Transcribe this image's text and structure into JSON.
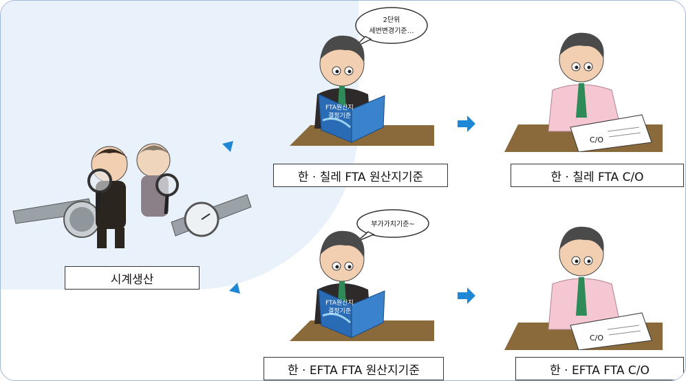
{
  "colors": {
    "border": "#9fb7d8",
    "background_tint": "#e9f1fb",
    "arrow": "#1e88d6",
    "book": "#2a6bb5",
    "suit": "#2e2a2a",
    "shirt": "#f4c7d2",
    "tie": "#2e8b57"
  },
  "icons": {
    "arrow": "arrow-icon",
    "inspector": "watch-inspector-illustration",
    "reader": "man-reading-book-illustration",
    "writer": "man-writing-co-illustration"
  },
  "source": {
    "label": "시계생산"
  },
  "top": {
    "speech": [
      "2단위",
      "세번변경기준…"
    ],
    "book_text": [
      "FTA원산지",
      "결정기준"
    ],
    "rules_label": "한 · 칠레 FTA 원산지기준",
    "form_text": "C/O",
    "co_label": "한 · 칠레 FTA C/O"
  },
  "bottom": {
    "speech": [
      "부가가치기준~"
    ],
    "book_text": [
      "FTA원산지",
      "결정기준"
    ],
    "rules_label": "한 · EFTA FTA 원산지기준",
    "form_text": "C/O",
    "co_label": "한 · EFTA FTA C/O"
  }
}
